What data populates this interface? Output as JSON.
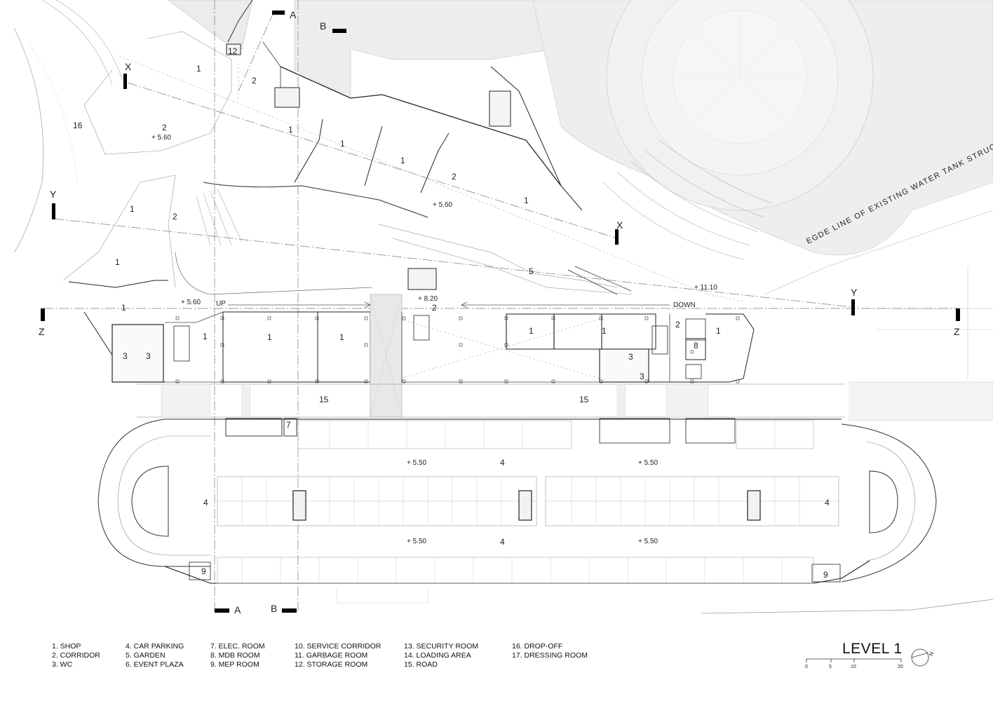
{
  "drawing": {
    "title": "LEVEL 1",
    "edge_note": "EGDE LINE OF EXISTING WATER TANK STRUCTURE",
    "scale_ticks": [
      "0",
      "5",
      "10",
      "20"
    ],
    "north_label": "N"
  },
  "legend": {
    "col1": [
      "1. SHOP",
      "2. CORRIDOR",
      "3. WC"
    ],
    "col2": [
      "4. CAR PARKING",
      "5. GARDEN",
      "6. EVENT PLAZA"
    ],
    "col3": [
      "7. ELEC. ROOM",
      "8. MDB ROOM",
      "9. MEP ROOM"
    ],
    "col4": [
      "10. SERVICE CORRIDOR",
      "11.  GARBAGE ROOM",
      "12.  STORAGE ROOM"
    ],
    "col5": [
      "13.  SECURITY ROOM",
      "14.  LOADING AREA",
      "15.  ROAD"
    ],
    "col6": [
      "16.  DROP-OFF",
      "17.  DRESSING ROOM"
    ]
  },
  "sections": {
    "a": "A",
    "b": "B",
    "x": "X",
    "y": "Y",
    "z": "Z"
  },
  "room_labels": {
    "one": "1",
    "two": "2",
    "three": "3",
    "four": "4",
    "five": "5",
    "eight": "8",
    "nine": "9",
    "seven": "7",
    "twelve": "12",
    "fifteen": "15",
    "sixteen": "16"
  },
  "levels": {
    "l560": "+ 5.60",
    "l820": "+ 8.20",
    "l1110": "+ 11.10",
    "l550": "+ 5.50"
  },
  "arrows": {
    "up": "UP",
    "down": "DOWN"
  }
}
